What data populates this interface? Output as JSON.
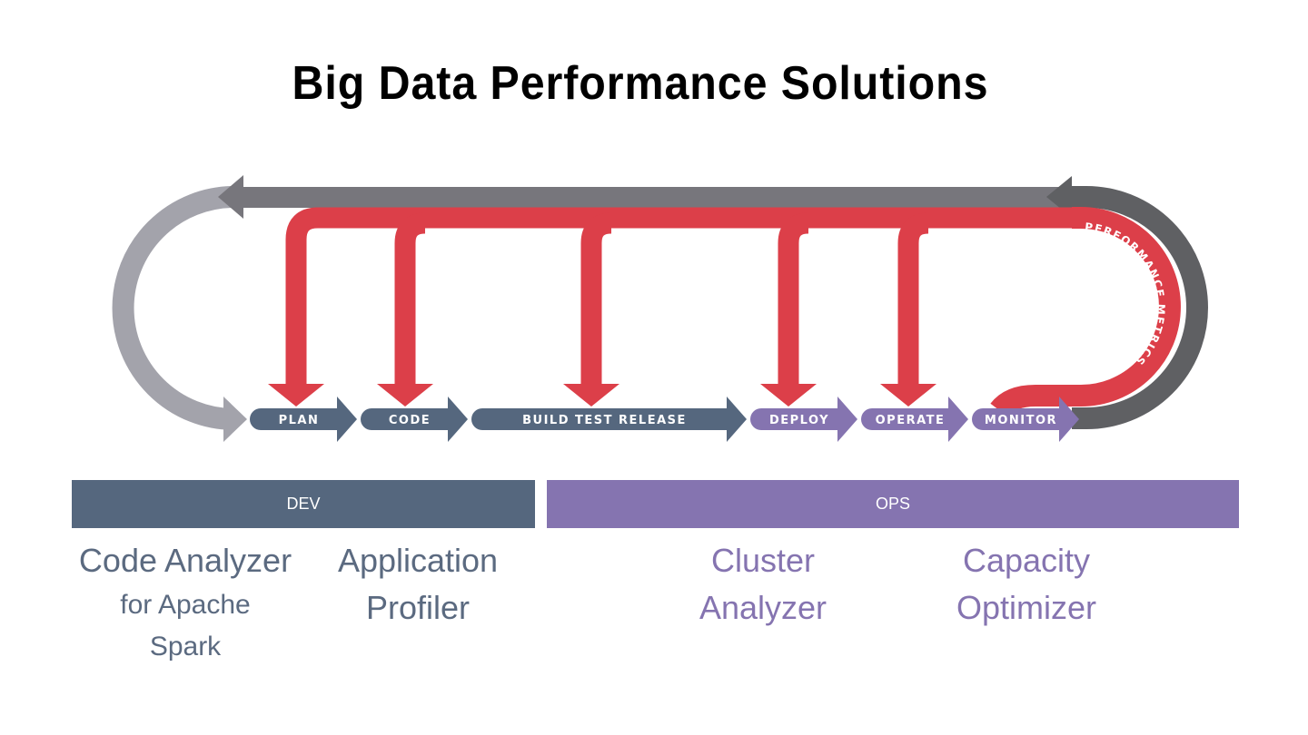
{
  "title": "Big Data Performance Solutions",
  "feedback_label": "PERFORMANCE METRICS",
  "stages": [
    {
      "label": "PLAN",
      "group": "dev"
    },
    {
      "label": "CODE",
      "group": "dev"
    },
    {
      "label": "BUILD  TEST  RELEASE",
      "group": "dev"
    },
    {
      "label": "DEPLOY",
      "group": "ops"
    },
    {
      "label": "OPERATE",
      "group": "ops"
    },
    {
      "label": "MONITOR",
      "group": "ops"
    }
  ],
  "bands": {
    "dev": "DEV",
    "ops": "OPS"
  },
  "products": {
    "code_analyzer": {
      "line1": "Code Analyzer",
      "line2": "for Apache",
      "line3": "Spark"
    },
    "app_profiler": {
      "line1": "Application",
      "line2": "Profiler"
    },
    "cluster_analyzer": {
      "line1": "Cluster",
      "line2": "Analyzer"
    },
    "capacity_optimizer": {
      "line1": "Capacity",
      "line2": "Optimizer"
    }
  },
  "colors": {
    "dev": "#55677e",
    "ops": "#8574b0",
    "metrics_red": "#dc3f49",
    "loop_dark": "#5f6063",
    "loop_gray": "#77767c",
    "loop_light": "#a3a3ab"
  }
}
